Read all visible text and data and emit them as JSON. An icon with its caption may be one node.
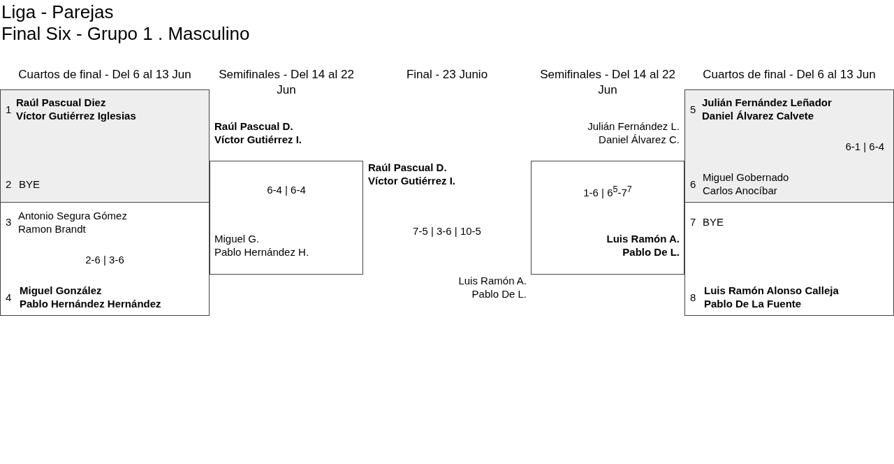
{
  "diagram": {
    "title": "Liga - Parejas",
    "nodes": [
      {
        "text": [
          "1",
          "Raúl Pascual Diez",
          "Víctor Gutiérrez Iglesias",
          "2",
          "BYE"
        ]
      },
      {
        "text": [
          "3",
          "Antonio Segura Gómez",
          "Ramon Brandt",
          "2-6 | 3-6",
          "4",
          "Miguel González",
          "Pablo Hernández Hernández"
        ]
      },
      {
        "text": [
          "Raúl Pascual D.",
          "Víctor Gutiérrez I.",
          "6-4 | 6-4",
          "Miguel G.",
          "Pablo Hernández H."
        ]
      },
      {
        "text": [
          "Julián Fernández L.",
          "Daniel Álvarez C.",
          "1-6 | 6$^{5}$-7$^{7}$",
          "Luis Ramón A.",
          "Pablo De L."
        ]
      },
      {
        "text": [
          "5",
          "Julián Fernández Leñador",
          "Daniel Álvarez Calvete",
          "6-1 | 6-4",
          "6",
          "Miguel Gobernado",
          "Carlos Anocíbar"
        ]
      },
      {
        "text": [
          "7",
          "BYE",
          "8",
          "Luis Ramón Alonso Calleja",
          "Pablo De La Fuente"
        ]
      }
    ],
    "labels": [
      "Final Six - Grupo 1 . Masculino",
      "Cuartos de final - Del 6 al 13 Jun",
      "Semifinales - Del 14 al 22 Jun",
      "Final - 23 Junio",
      "Semifinales - Del 14 al 22 Jun",
      "Cuartos de final - Del 6 al 13 Jun",
      "Raúl Pascual D.",
      "Víctor Gutiérrez I.",
      "7-5 | 3-6 | 10-5",
      "Luis Ramón A.",
      "Pablo De L."
    ]
  }
}
